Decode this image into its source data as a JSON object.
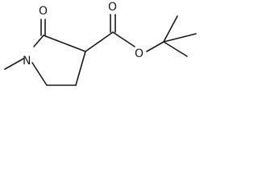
{
  "diagram": {
    "atoms": {
      "N": "N",
      "O_ketone": "O",
      "O_carbonyl": "O",
      "O_ester": "O"
    }
  }
}
